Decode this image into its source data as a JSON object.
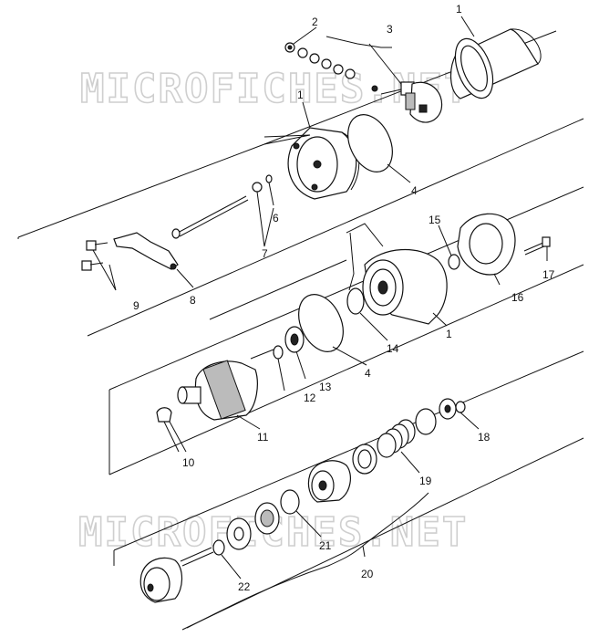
{
  "watermark": {
    "top": "MICROFICHES.NET",
    "bottom": "MICROFICHES.NET"
  },
  "callouts": {
    "c1a": "1",
    "c2": "2",
    "c3": "3",
    "c1b": "1",
    "c4a": "4",
    "c6": "6",
    "c7": "7",
    "c8": "8",
    "c9": "9",
    "c15": "15",
    "c16": "16",
    "c17": "17",
    "c1c": "1",
    "c14": "14",
    "c4b": "4",
    "c13": "13",
    "c12": "12",
    "c11": "11",
    "c10": "10",
    "c18": "18",
    "c19": "19",
    "c21": "21",
    "c22": "22",
    "c20": "20"
  }
}
